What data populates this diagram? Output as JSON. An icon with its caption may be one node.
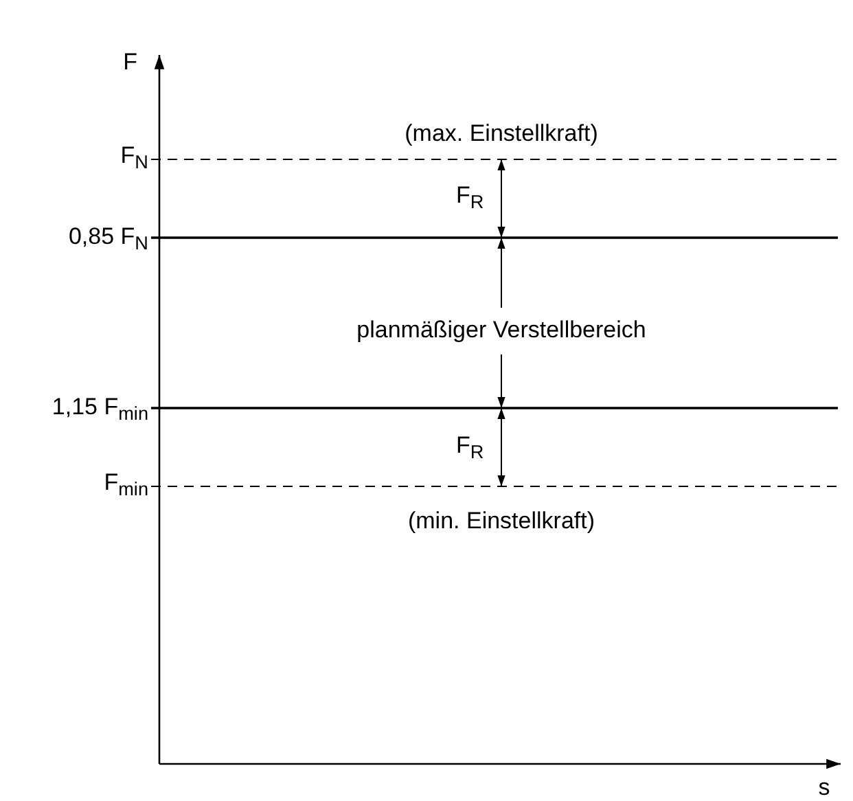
{
  "diagram": {
    "labels": [
      "F",
      "(max. Einstellkraft)",
      "F$_{N}$",
      "F$_{R}$",
      "0,85 F$_{N}$",
      "planmäßiger Verstellbereich",
      "1,15 F$_{min}$",
      "F$_{R}$",
      "F$_{min}$",
      "(min. Einstellkraft)",
      "s"
    ]
  }
}
